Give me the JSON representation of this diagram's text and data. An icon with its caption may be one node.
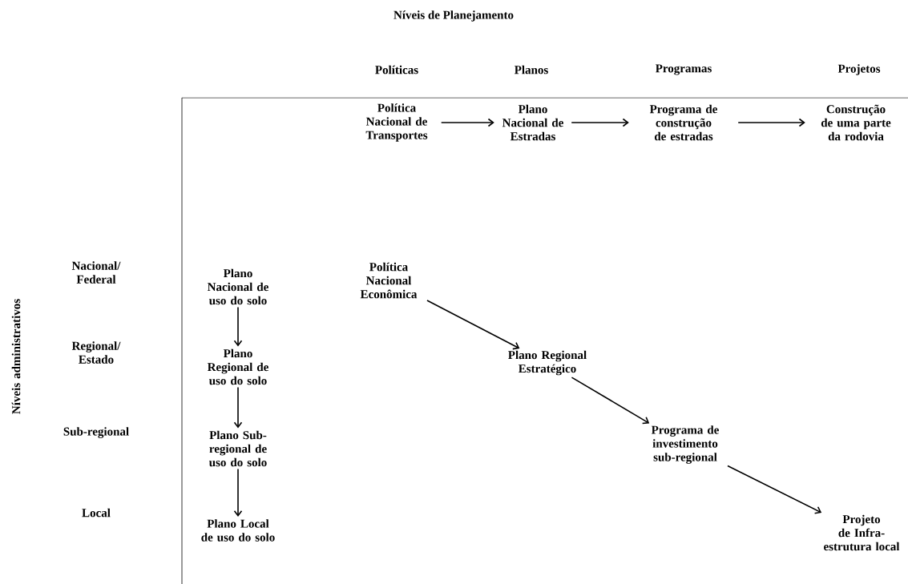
{
  "diagram": {
    "title": "Níveis de Planejamento",
    "nodes": [
      {
        "text": [
          "Política Nacional de Transportes"
        ]
      },
      {
        "text": [
          "Plano Nacional de Estradas"
        ]
      },
      {
        "text": [
          "Programa de construção de estradas"
        ]
      },
      {
        "text": [
          "Construção de uma parte da rodovia"
        ]
      },
      {
        "text": [
          "Plano Nacional de uso do solo"
        ]
      },
      {
        "text": [
          "Plano Regional de uso do solo"
        ]
      },
      {
        "text": [
          "Plano Sub-regional de uso do solo"
        ]
      },
      {
        "text": [
          "Plano Local de uso do solo"
        ]
      },
      {
        "text": [
          "Política Nacional Econômica"
        ]
      },
      {
        "text": [
          "Plano Regional Estratégico"
        ]
      },
      {
        "text": [
          "Programa de investimento sub-regional"
        ]
      },
      {
        "text": [
          "Projeto de Infra-estrutura local"
        ]
      }
    ],
    "edges": [
      {
        "from": 0,
        "to": 1,
        "arrow": "to"
      },
      {
        "from": 1,
        "to": 2,
        "arrow": "to"
      },
      {
        "from": 2,
        "to": 3,
        "arrow": "to"
      },
      {
        "from": 4,
        "to": 5,
        "arrow": "to"
      },
      {
        "from": 5,
        "to": 6,
        "arrow": "to"
      },
      {
        "from": 6,
        "to": 7,
        "arrow": "to"
      },
      {
        "from": 8,
        "to": 9,
        "arrow": "to"
      },
      {
        "from": 9,
        "to": 10,
        "arrow": "to"
      },
      {
        "from": 10,
        "to": 11,
        "arrow": "to"
      }
    ],
    "labels": [
      "Políticas",
      "Planos",
      "Programas",
      "Projetos",
      "Nacional/ Federal",
      "Níveis administrativos",
      "Regional/ Estado",
      "Sub-regional",
      "Local"
    ]
  }
}
